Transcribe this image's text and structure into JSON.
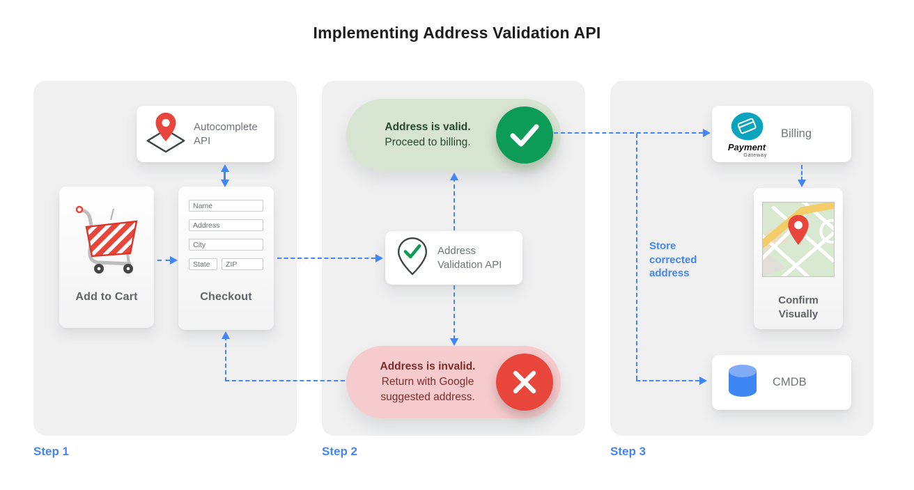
{
  "title": "Implementing Address Validation API",
  "colors": {
    "accent_blue": "#4285f4",
    "success_green": "#0d9c57",
    "error_red": "#e8463a",
    "teal_logo": "#0ca3bd",
    "panel_bg": "#f0f0f1",
    "valid_pill_bg": "#d6e4d1",
    "valid_pill_text": "#27492b",
    "invalid_pill_bg": "#f6cbce",
    "invalid_pill_text": "#7c2d29"
  },
  "icons": {
    "autocomplete": "map-pin-diamond-icon",
    "cart": "shopping-cart-icon",
    "validation": "pin-check-icon",
    "valid": "check-circle-icon",
    "invalid": "x-circle-icon",
    "billing": "payment-gateway-logo",
    "confirm": "map-thumbnail",
    "cmdb": "database-cylinder-icon"
  },
  "steps": [
    {
      "label": "Step 1"
    },
    {
      "label": "Step 2"
    },
    {
      "label": "Step 3"
    }
  ],
  "step1": {
    "autocomplete_card": {
      "label": "Autocomplete API"
    },
    "add_to_cart_card": {
      "label": "Add to Cart"
    },
    "checkout_card": {
      "label": "Checkout",
      "fields": [
        "Name",
        "Address",
        "City",
        "State",
        "ZIP"
      ]
    }
  },
  "step2": {
    "valid_pill": {
      "title": "Address is valid.",
      "subtitle": "Proceed to billing."
    },
    "api_card": {
      "label": "Address Validation API"
    },
    "invalid_pill": {
      "title": "Address is invalid.",
      "subtitle": "Return with Google suggested address."
    }
  },
  "step3": {
    "billing_card": {
      "label": "Billing",
      "logo_title": "Payment",
      "logo_subtitle": "Gateway"
    },
    "confirm_card": {
      "label": "Confirm Visually"
    },
    "cmdb_card": {
      "label": "CMDB"
    },
    "store_note": "Store corrected address"
  }
}
